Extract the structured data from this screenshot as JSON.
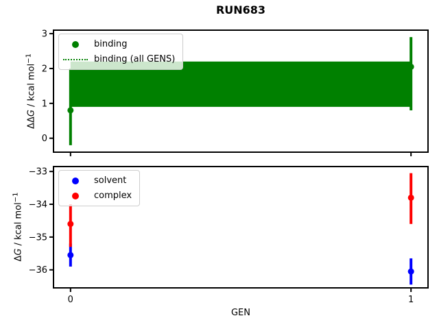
{
  "figure": {
    "title": "RUN683",
    "background": "#ffffff",
    "text_color": "#000000"
  },
  "chart_data": [
    {
      "type": "errorbar",
      "title": "",
      "xlabel": "",
      "ylabel": "ΔΔG / kcal mol⁻¹",
      "ylabel_parts": {
        "pre": "ΔΔ",
        "sym": "G",
        "unit": " / kcal mol",
        "sup": "−1"
      },
      "xlim": [
        -0.05,
        1.05
      ],
      "ylim": [
        -0.4,
        3.1
      ],
      "grid": false,
      "legend_position": "upper left",
      "yticks": [
        {
          "v": 0,
          "label": "0"
        },
        {
          "v": 1,
          "label": "1"
        },
        {
          "v": 2,
          "label": "2"
        },
        {
          "v": 3,
          "label": "3"
        }
      ],
      "xticks": [
        {
          "v": 0,
          "label": ""
        },
        {
          "v": 1,
          "label": ""
        }
      ],
      "band": {
        "label": "binding (all GENS)",
        "color": "#008000",
        "x_from": 0,
        "x_to": 1,
        "low": 0.9,
        "high": 2.2,
        "center": 1.55,
        "center_linestyle": "dotted"
      },
      "series": [
        {
          "name": "binding",
          "color": "#008000",
          "x": [
            0,
            1
          ],
          "y": [
            0.8,
            2.05
          ],
          "ci_low": [
            -0.2,
            0.8
          ],
          "ci_high": [
            2.0,
            2.9
          ]
        }
      ],
      "legend": [
        {
          "handle": "marker",
          "color": "#008000",
          "label": "binding"
        },
        {
          "handle": "dotted-line",
          "color": "#008000",
          "label": "binding (all GENS)"
        }
      ]
    },
    {
      "type": "errorbar",
      "title": "",
      "xlabel": "GEN",
      "ylabel": "ΔG / kcal mol⁻¹",
      "ylabel_parts": {
        "pre": "Δ",
        "sym": "G",
        "unit": " / kcal mol",
        "sup": "−1"
      },
      "xlim": [
        -0.05,
        1.05
      ],
      "ylim": [
        -36.55,
        -32.85
      ],
      "grid": false,
      "legend_position": "upper left",
      "yticks": [
        {
          "v": -36,
          "label": "−36"
        },
        {
          "v": -35,
          "label": "−35"
        },
        {
          "v": -34,
          "label": "−34"
        },
        {
          "v": -33,
          "label": "−33"
        }
      ],
      "xticks": [
        {
          "v": 0,
          "label": "0"
        },
        {
          "v": 1,
          "label": "1"
        }
      ],
      "series": [
        {
          "name": "solvent",
          "color": "#0000ff",
          "x": [
            0,
            1
          ],
          "y": [
            -35.55,
            -36.05
          ],
          "ci_low": [
            -35.9,
            -36.45
          ],
          "ci_high": [
            -35.2,
            -35.65
          ]
        },
        {
          "name": "complex",
          "color": "#ff0000",
          "x": [
            0,
            1
          ],
          "y": [
            -34.6,
            -33.8
          ],
          "ci_low": [
            -35.3,
            -34.6
          ],
          "ci_high": [
            -34.0,
            -33.05
          ]
        }
      ],
      "legend": [
        {
          "handle": "marker",
          "color": "#0000ff",
          "label": "solvent"
        },
        {
          "handle": "marker",
          "color": "#ff0000",
          "label": "complex"
        }
      ]
    }
  ]
}
